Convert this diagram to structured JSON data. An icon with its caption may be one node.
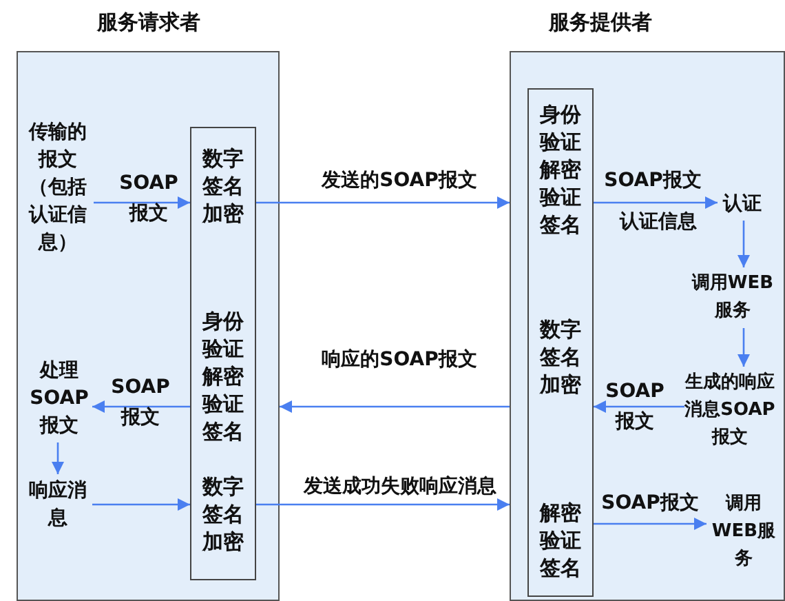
{
  "diagram": {
    "nodes": [
      {
        "text": [
          "服务请求者"
        ]
      },
      {
        "text": [
          "服务提供者"
        ]
      },
      {
        "text": [
          "数字签名加密",
          "身份验证解密验证签名",
          "数字签名加密"
        ],
        "in": 0
      },
      {
        "text": [
          "身份验证解密验证签名",
          "数字签名加密",
          "解密验证签名"
        ],
        "in": 1
      },
      {
        "text": [
          "传输的报文（包括认证信息）"
        ],
        "in": 0
      },
      {
        "text": [
          "处理SOAP报文"
        ],
        "in": 0
      },
      {
        "text": [
          "响应消息"
        ],
        "in": 0
      },
      {
        "text": [
          "认证"
        ],
        "in": 1
      },
      {
        "text": [
          "调用WEB服务"
        ],
        "in": 1
      },
      {
        "text": [
          "生成的响应消息SOAP报文"
        ],
        "in": 1
      },
      {
        "text": [
          "调用WEB服务"
        ],
        "in": 1
      }
    ],
    "edges": [
      {
        "from": 4,
        "to": 2,
        "arrow": "to",
        "label": "SOAP报文"
      },
      {
        "from": 2,
        "to": 1,
        "arrow": "to",
        "label": "发送的SOAP报文"
      },
      {
        "from": 3,
        "to": 7,
        "arrow": "to",
        "label": "SOAP报文"
      },
      {
        "from": 7,
        "to": 8,
        "arrow": "to"
      },
      {
        "from": 8,
        "to": 9,
        "arrow": "to"
      },
      {
        "from": 9,
        "to": 3,
        "arrow": "to",
        "label": "SOAP报文"
      },
      {
        "from": 1,
        "to": 0,
        "arrow": "to",
        "label": "响应的SOAP报文"
      },
      {
        "from": 2,
        "to": 5,
        "arrow": "to",
        "label": "SOAP报文"
      },
      {
        "from": 5,
        "to": 6,
        "arrow": "to"
      },
      {
        "from": 6,
        "to": 2,
        "arrow": "to"
      },
      {
        "from": 2,
        "to": 1,
        "arrow": "to",
        "label": "发送成功失败响应消息"
      },
      {
        "from": 3,
        "to": 10,
        "arrow": "to",
        "label": "SOAP报文"
      }
    ],
    "labels": [
      "认证信息"
    ]
  }
}
